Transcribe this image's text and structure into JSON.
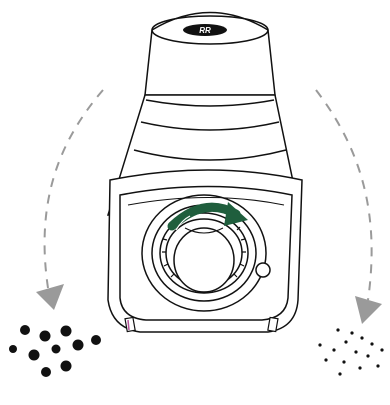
{
  "diagram": {
    "logo_text": "RR",
    "colors": {
      "outline": "#111111",
      "dashed_arrow": "#9a9a9a",
      "rotate_arrow": "#1f5e3d",
      "accent": "#b5539a",
      "background": "#ffffff"
    },
    "icons": {
      "left_arrow": "curved-dashed-arrow-down-left",
      "right_arrow": "curved-dashed-arrow-down-right",
      "rotate": "rotate-clockwise-arrow",
      "coarse": "coarse-grind-dots",
      "fine": "fine-grind-dots"
    }
  }
}
